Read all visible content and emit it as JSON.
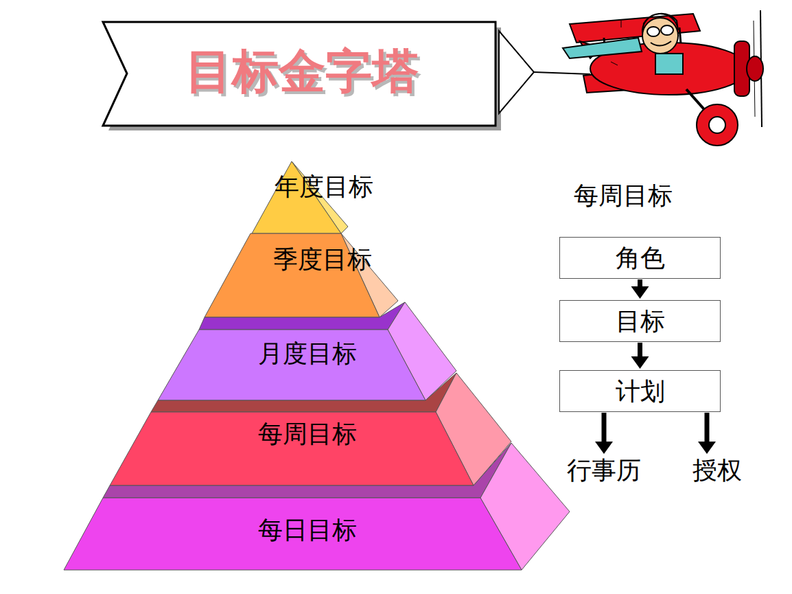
{
  "diagram": {
    "title": "目标金字塔",
    "nodes": [
      {
        "text": [
          "年度目标"
        ]
      },
      {
        "text": [
          "季度目标"
        ]
      },
      {
        "text": [
          "月度目标"
        ]
      },
      {
        "text": [
          "每周目标"
        ]
      },
      {
        "text": [
          "每日目标"
        ]
      },
      {
        "text": [
          "角色"
        ]
      },
      {
        "text": [
          "目标"
        ]
      },
      {
        "text": [
          "计划"
        ]
      },
      {
        "text": [
          "行事历"
        ]
      },
      {
        "text": [
          "授权"
        ]
      }
    ],
    "edges": [
      {
        "from": 5,
        "to": 6,
        "arrow": "to"
      },
      {
        "from": 6,
        "to": 7,
        "arrow": "to"
      },
      {
        "from": 7,
        "to": 8,
        "arrow": "to"
      },
      {
        "from": 7,
        "to": 9,
        "arrow": "to"
      }
    ],
    "labels": [
      "每周目标"
    ]
  }
}
